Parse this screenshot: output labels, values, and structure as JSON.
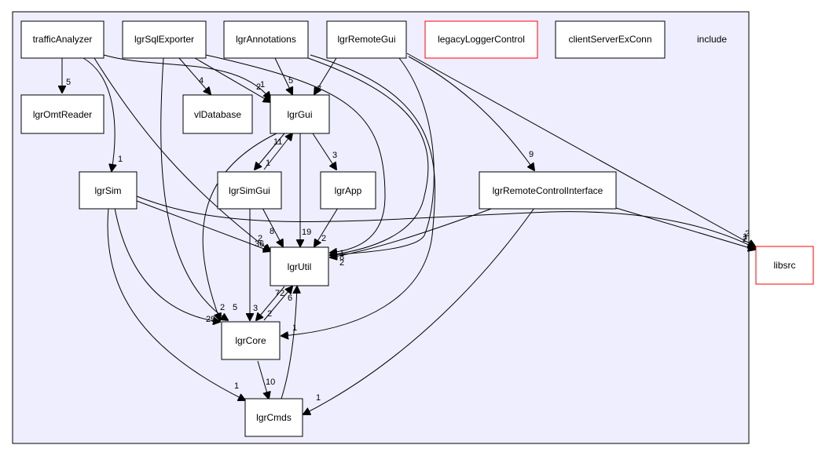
{
  "cluster": {
    "label": "include",
    "fill": "#eeeeff",
    "stroke": "#000000"
  },
  "colors": {
    "normal_border": "#000000",
    "external_border": "#ff0000",
    "node_fill": "#ffffff"
  },
  "nodes": {
    "trafficAnalyzer": "trafficAnalyzer",
    "lgrSqlExporter": "lgrSqlExporter",
    "lgrAnnotations": "lgrAnnotations",
    "lgrRemoteGui": "lgrRemoteGui",
    "legacyLoggerControl": "legacyLoggerControl",
    "clientServerExConn": "clientServerExConn",
    "lgrOmtReader": "lgrOmtReader",
    "vlDatabase": "vlDatabase",
    "lgrGui": "lgrGui",
    "lgrSim": "lgrSim",
    "lgrSimGui": "lgrSimGui",
    "lgrApp": "lgrApp",
    "lgrRemoteControlInterface": "lgrRemoteControlInterface",
    "lgrUtil": "lgrUtil",
    "lgrCore": "lgrCore",
    "lgrCmds": "lgrCmds",
    "libsrc": "libsrc"
  },
  "edge_labels": {
    "ta_omt": "5",
    "ta_gui": "2",
    "ta_sim": "1",
    "sql_vl": "4",
    "sql_gui": "1",
    "ann_gui": "5",
    "rg_gui": "7",
    "rg_rci": "9",
    "rg_libsrc": "2",
    "gui_simgui": "1",
    "simgui_gui": "11",
    "gui_app": "3",
    "gui_util": "19",
    "app_util": "2",
    "simgui_util": "8",
    "simgui_core": "3",
    "sim_util_a": "2",
    "sim_util_b": "36",
    "sim_core": "29",
    "sim_cmds": "1",
    "sim_libsrc": "2",
    "sql_core": "2",
    "gui_core": "5",
    "util_core": "72",
    "core_util": "6",
    "ann_core": "2",
    "core_cmds": "10",
    "cmds_util": "1",
    "rci_cmds": "1",
    "rci_libsrc": "1",
    "util_right_1": "1",
    "util_right_2": "2",
    "util_right_3": "8"
  }
}
